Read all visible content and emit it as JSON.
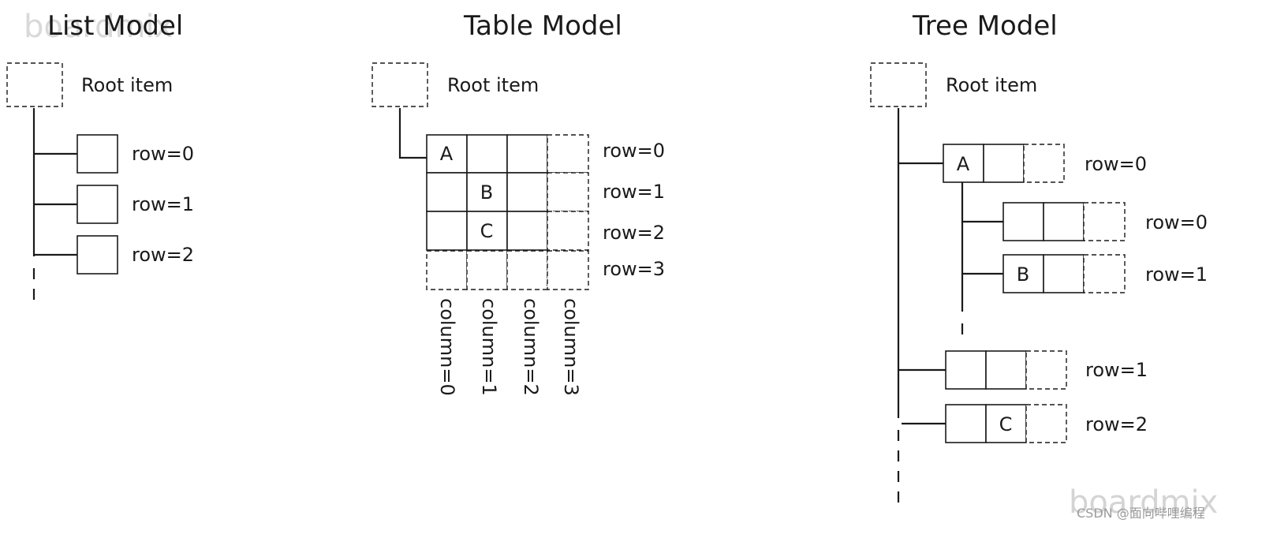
{
  "watermark": "boardmix",
  "credit": "CSDN @面向哔哩编程",
  "list_model": {
    "title": "List Model",
    "root_label": "Root item",
    "rows": [
      "row=0",
      "row=1",
      "row=2"
    ]
  },
  "table_model": {
    "title": "Table Model",
    "root_label": "Root item",
    "rows": [
      "row=0",
      "row=1",
      "row=2",
      "row=3"
    ],
    "columns": [
      "column=0",
      "column=1",
      "column=2",
      "column=3"
    ],
    "cells": {
      "r0c0": "A",
      "r1c1": "B",
      "r2c1": "C"
    }
  },
  "tree_model": {
    "title": "Tree Model",
    "root_label": "Root item",
    "rows": [
      "row=0",
      "row=1",
      "row=2"
    ],
    "child_rows": [
      "row=0",
      "row=1"
    ],
    "cells": {
      "row0": "A",
      "child1": "B",
      "row2": "C"
    }
  }
}
